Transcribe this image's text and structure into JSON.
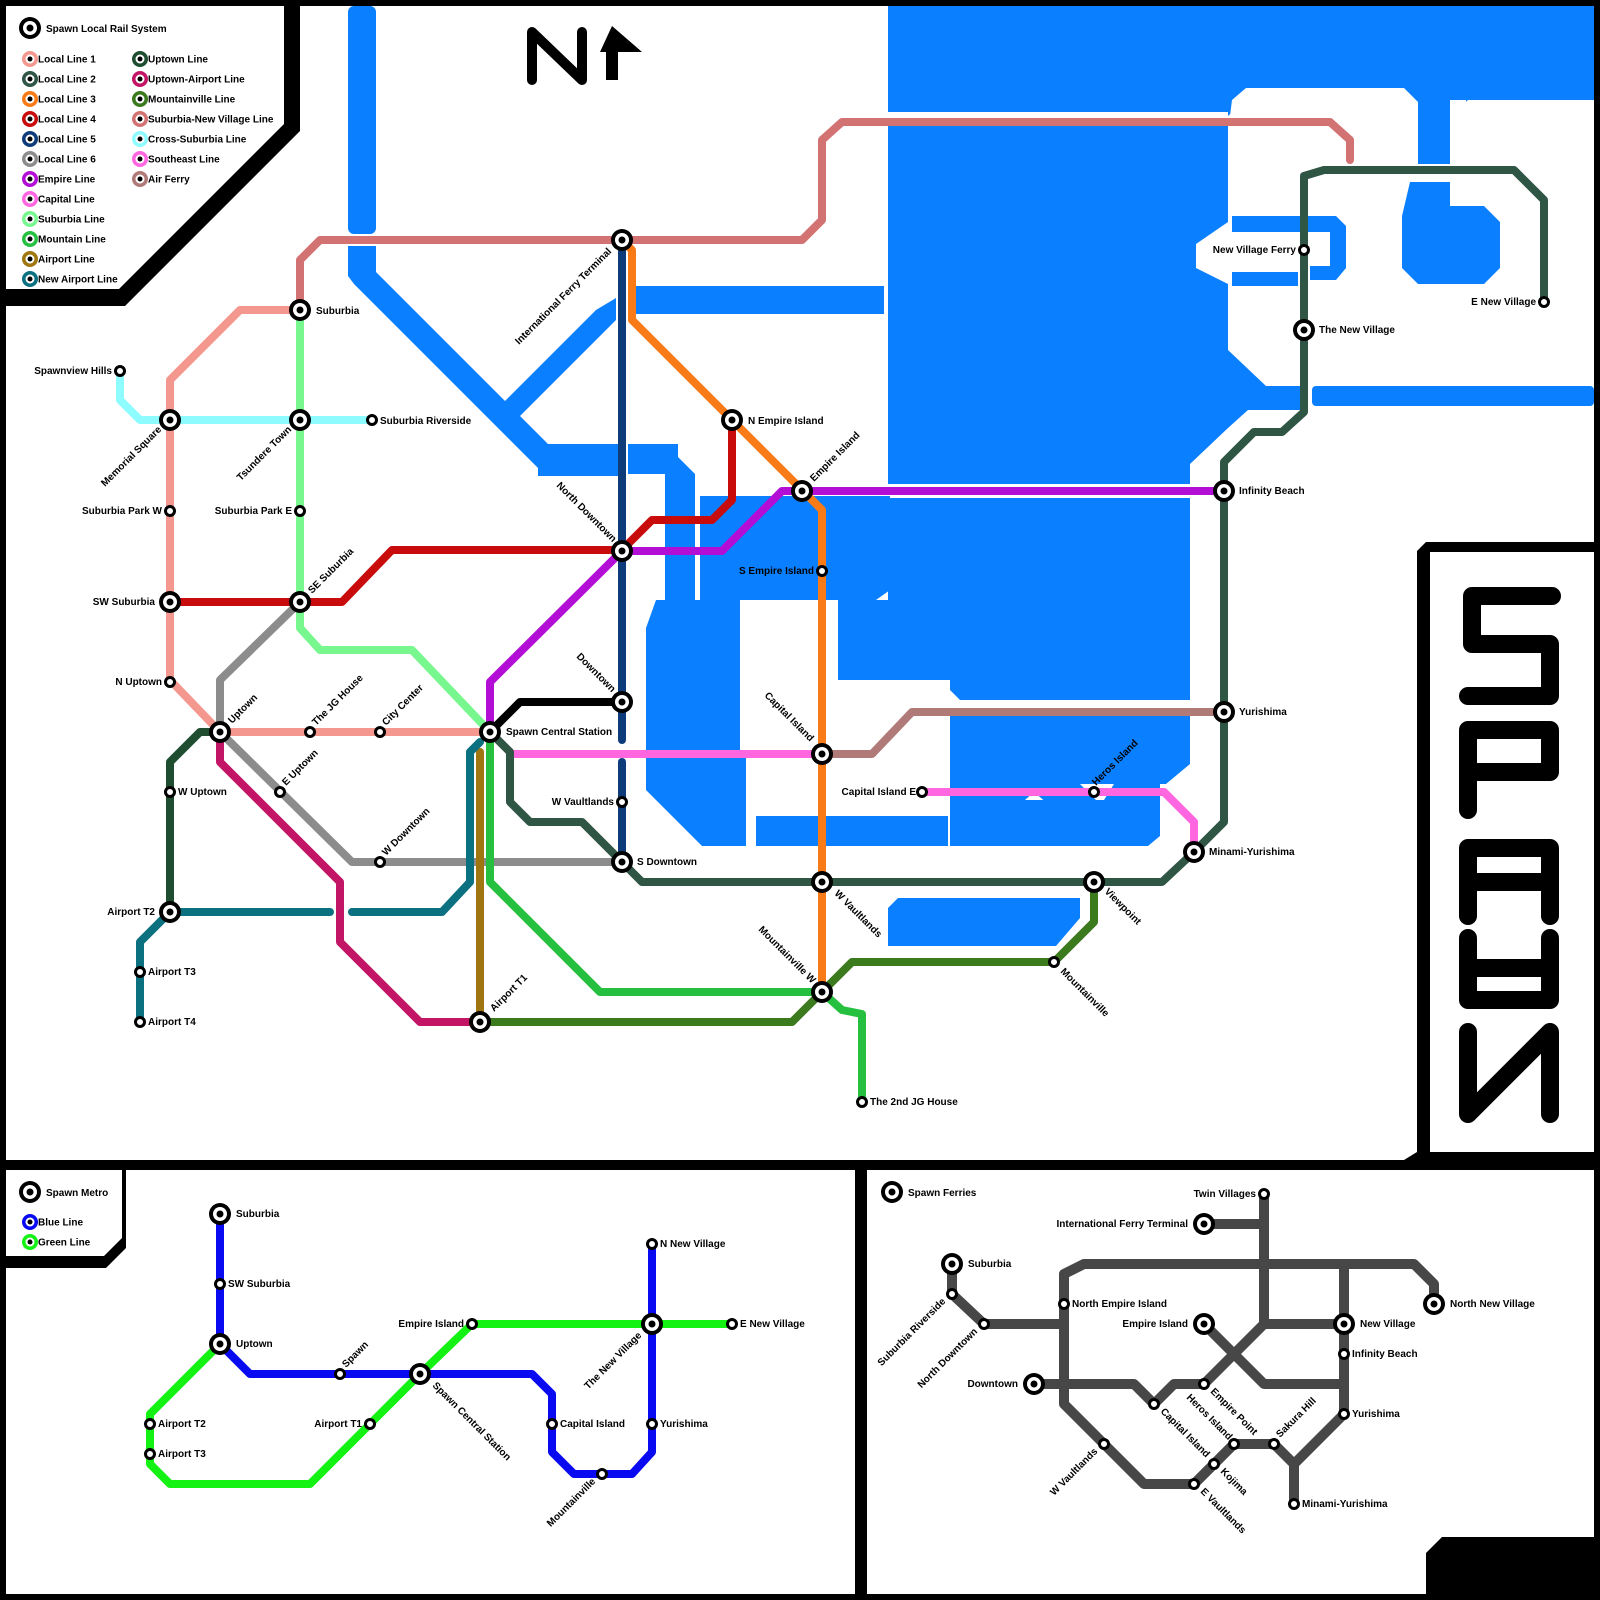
{
  "rail": {
    "title": "Spawn Local Rail System",
    "legend": [
      {
        "name": "Local Line 1",
        "color": "#F4988F"
      },
      {
        "name": "Local Line 2",
        "color": "#2F5545"
      },
      {
        "name": "Local Line 3",
        "color": "#F97B17"
      },
      {
        "name": "Local Line 4",
        "color": "#C80C0C"
      },
      {
        "name": "Local Line 5",
        "color": "#0E3C7A"
      },
      {
        "name": "Local Line 6",
        "color": "#8C8C8C"
      },
      {
        "name": "Empire Line",
        "color": "#B20ED6"
      },
      {
        "name": "Capital Line",
        "color": "#FF66E0"
      },
      {
        "name": "Suburbia Line",
        "color": "#77F78D"
      },
      {
        "name": "Mountain Line",
        "color": "#26C040"
      },
      {
        "name": "Airport Line",
        "color": "#A07610"
      },
      {
        "name": "New Airport Line",
        "color": "#0B7080"
      },
      {
        "name": "Uptown Line",
        "color": "#1E4D30"
      },
      {
        "name": "Uptown-Airport Line",
        "color": "#C31565"
      },
      {
        "name": "Mountainville Line",
        "color": "#3C7A1E"
      },
      {
        "name": "Suburbia-New Village Line",
        "color": "#D37272"
      },
      {
        "name": "Cross-Suburbia Line",
        "color": "#8EFCFF"
      },
      {
        "name": "Southeast Line",
        "color": "#FF66E0"
      },
      {
        "name": "Air Ferry",
        "color": "#B07A78"
      }
    ],
    "stations": {
      "suburbia": "Suburbia",
      "spawnview_hills": "Spawnview Hills",
      "memorial_square": "Memorial Square",
      "tsundere_town": "Tsundere Town",
      "suburbia_riverside": "Suburbia Riverside",
      "suburbia_park_w": "Suburbia Park W",
      "suburbia_park_e": "Suburbia Park E",
      "sw_suburbia": "SW Suburbia",
      "se_suburbia": "SE Suburbia",
      "n_uptown": "N Uptown",
      "uptown": "Uptown",
      "the_jg_house": "The JG House",
      "city_center": "City Center",
      "spawn_central": "Spawn Central Station",
      "w_uptown": "W Uptown",
      "e_uptown": "E Uptown",
      "w_downtown": "W Downtown",
      "airport_t2": "Airport T2",
      "airport_t3": "Airport T3",
      "airport_t4": "Airport T4",
      "airport_t1": "Airport T1",
      "intl_ferry": "International Ferry Terminal",
      "north_downtown": "North Downtown",
      "downtown": "Downtown",
      "w_vaultlands_st": "W Vaultlands",
      "s_downtown": "S Downtown",
      "n_empire_island": "N Empire Island",
      "empire_island": "Empire Island",
      "s_empire_island": "S Empire Island",
      "capital_island": "Capital Island",
      "capital_island_e": "Capital Island E",
      "heros_island": "Heros Island",
      "w_vaultlands": "W Vaultlands",
      "mountainville_w": "Mountainville W",
      "the_2nd_jg_house": "The 2nd JG House",
      "mountainville": "Mountainville",
      "viewpoint": "Viewpoint",
      "minami_yurishima": "Minami-Yurishima",
      "yurishima": "Yurishima",
      "infinity_beach": "Infinity Beach",
      "the_new_village": "The New Village",
      "new_village_ferry": "New Village Ferry",
      "e_new_village": "E New Village"
    },
    "logo_text": "SPAWN",
    "north_label": "N"
  },
  "metro": {
    "title": "Spawn Metro",
    "legend": [
      {
        "name": "Blue Line",
        "color": "#0A0AF2"
      },
      {
        "name": "Green Line",
        "color": "#14F214"
      }
    ],
    "stations": {
      "suburbia": "Suburbia",
      "sw_suburbia": "SW Suburbia",
      "uptown": "Uptown",
      "spawn": "Spawn",
      "spawn_central": "Spawn Central Station",
      "airport_t1": "Airport T1",
      "airport_t2": "Airport T2",
      "airport_t3": "Airport T3",
      "empire_island": "Empire Island",
      "the_new_village": "The New Village",
      "n_new_village": "N New Village",
      "e_new_village": "E New Village",
      "capital_island": "Capital Island",
      "yurishima": "Yurishima",
      "mountainville": "Mountainville"
    }
  },
  "ferries": {
    "title": "Spawn Ferries",
    "line_color": "#474747",
    "stations": {
      "twin_villages": "Twin Villages",
      "intl_ferry": "International Ferry Terminal",
      "suburbia": "Suburbia",
      "suburbia_riverside": "Suburbia Riverside",
      "north_downtown": "North Downtown",
      "north_empire_island": "North Empire Island",
      "empire_island": "Empire Island",
      "new_village": "New Village",
      "north_new_village": "North New Village",
      "infinity_beach": "Infinity Beach",
      "downtown": "Downtown",
      "capital_island": "Capital Island",
      "heros_island": "Heros Island",
      "empire_point": "Empire Point",
      "sakura_hill": "Sakura Hill",
      "yurishima": "Yurishima",
      "w_vaultlands": "W Vaultlands",
      "kojima": "Kojima",
      "e_vaultlands": "E Vaultlands",
      "minami_yurishima": "Minami-Yurishima"
    }
  }
}
